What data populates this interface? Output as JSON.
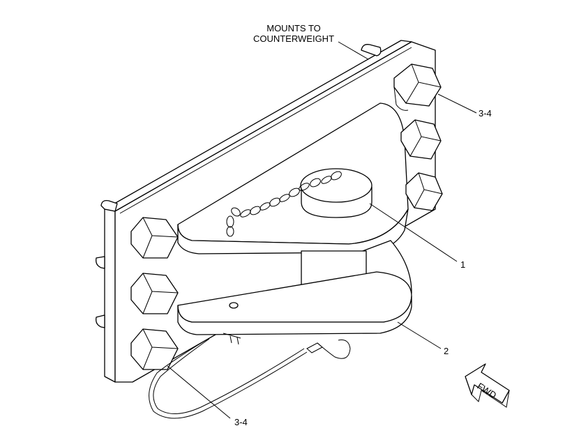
{
  "callouts": {
    "mounts_line1": "MOUNTS TO",
    "mounts_line2": "COUNTERWEIGHT",
    "bolts_upper": "3-4",
    "bolts_lower": "3-4",
    "pin": "1",
    "hitch": "2",
    "fwd": "FWD"
  },
  "colors": {
    "line": "#000000",
    "background": "#ffffff"
  }
}
